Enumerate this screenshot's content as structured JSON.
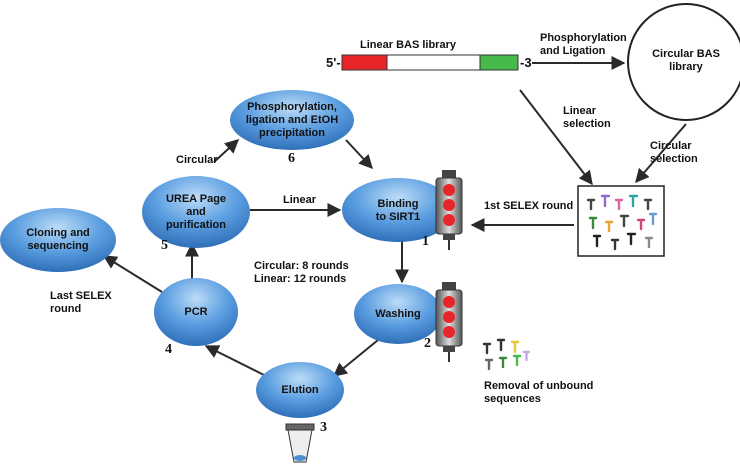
{
  "library": {
    "linear_title": "Linear BAS library",
    "end5": "5'-",
    "end3": "-3",
    "phos_ligation": [
      "Phosphorylation",
      "and Ligation"
    ],
    "circular_title": [
      "Circular BAS",
      "library"
    ],
    "linear_selection": [
      "Linear",
      "selection"
    ],
    "circular_selection": [
      "Circular",
      "selection"
    ],
    "first_round": "1st SELEX round",
    "colors": {
      "red": "#e8262a",
      "green": "#46b94a"
    }
  },
  "nodes": {
    "phos": [
      "Phosphorylation,",
      "ligation and EtOH",
      "precipitation"
    ],
    "urea": [
      "UREA Page",
      "and",
      "purification"
    ],
    "binding": [
      "Binding",
      "to SIRT1"
    ],
    "washing": "Washing",
    "elution": "Elution",
    "pcr": "PCR",
    "cloning": [
      "Cloning and",
      "sequencing"
    ]
  },
  "numbers": {
    "n1": "1",
    "n2": "2",
    "n3": "3",
    "n4": "4",
    "n5": "5",
    "n6": "6"
  },
  "labels": {
    "circular": "Circular",
    "linear": "Linear",
    "rounds": [
      "Circular: 8 rounds",
      "Linear: 12 rounds"
    ],
    "last_round": [
      "Last SELEX",
      "round"
    ],
    "removal": [
      "Removal of unbound",
      "sequences"
    ]
  },
  "style": {
    "ellipse_fill": "#4a8fd6",
    "ellipse_light": "#bcdcf7",
    "arrow": "#2a2a2a"
  }
}
